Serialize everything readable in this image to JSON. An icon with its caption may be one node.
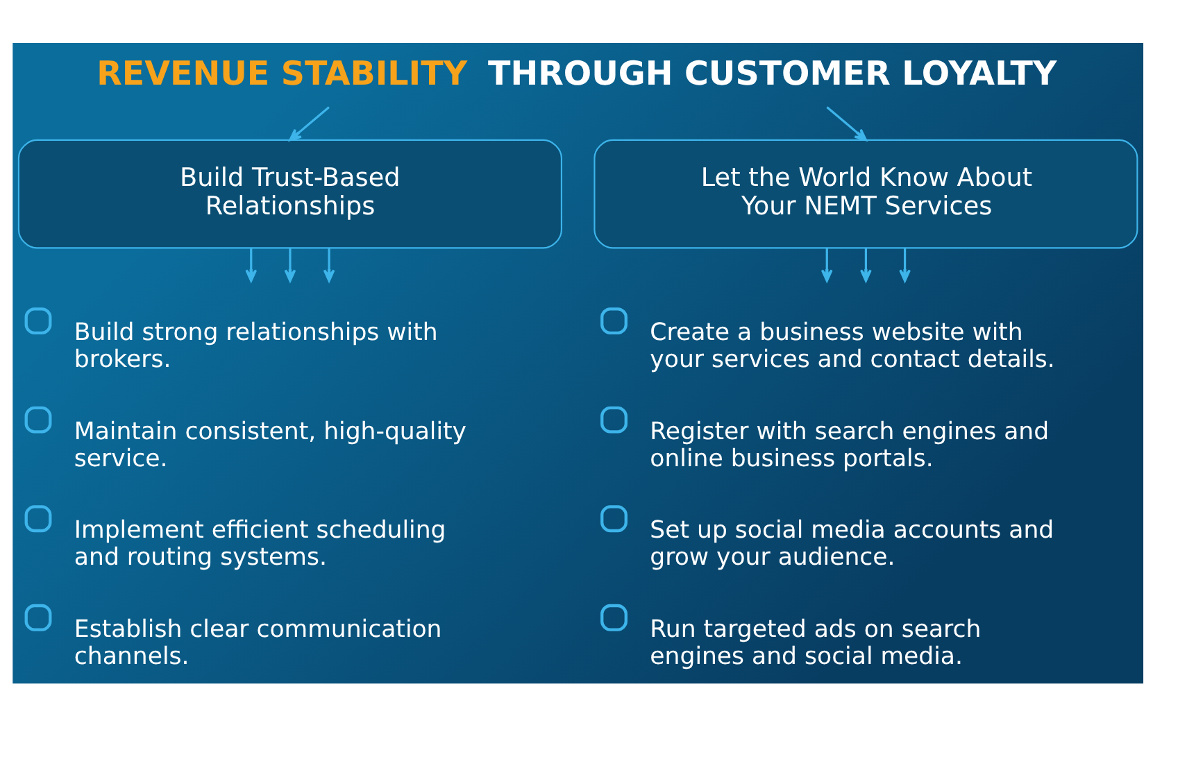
{
  "diagram": {
    "title": "REVENUE STABILITY THROUGH CUSTOMER LOYALTY",
    "nodes": [
      {
        "text": [
          "Build Trust-Based Relationships"
        ]
      },
      {
        "text": [
          "Let the World Know About Your NEMT Services"
        ]
      }
    ],
    "edges": [
      {
        "from": null,
        "to": 0,
        "arrow": "to"
      },
      {
        "from": null,
        "to": 1,
        "arrow": "to"
      },
      {
        "from": 0,
        "to": null,
        "arrow": "to"
      },
      {
        "from": 0,
        "to": null,
        "arrow": "to"
      },
      {
        "from": 0,
        "to": null,
        "arrow": "to"
      },
      {
        "from": 1,
        "to": null,
        "arrow": "to"
      },
      {
        "from": 1,
        "to": null,
        "arrow": "to"
      },
      {
        "from": 1,
        "to": null,
        "arrow": "to"
      }
    ],
    "labels": [
      "Build strong relationships with brokers.",
      "Maintain consistent, high-quality service.",
      "Implement efficient scheduling and routing systems.",
      "Establish clear communication channels.",
      "Create a business website with your services and contact details.",
      "Register with search engines and online business portals.",
      "Set up social media accounts and grow your audience.",
      "Run targeted ads on search engines and social media."
    ]
  }
}
